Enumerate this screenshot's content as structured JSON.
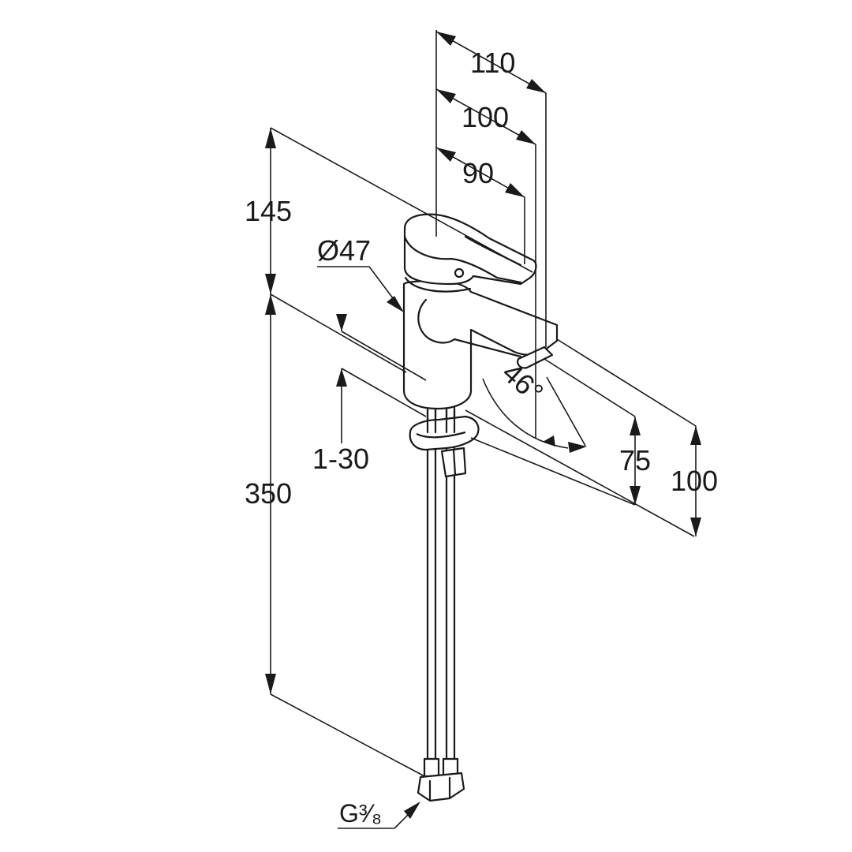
{
  "drawing": {
    "dimensions": {
      "reach_110": "110",
      "reach_100": "100",
      "reach_90": "90",
      "height_145": "145",
      "diameter": "Ø47",
      "deck_thickness": "1-30",
      "hose_length": "350",
      "angle": "46°",
      "spout_height_75": "75",
      "spout_height_100": "100",
      "connection": "G³⁄₈"
    }
  }
}
